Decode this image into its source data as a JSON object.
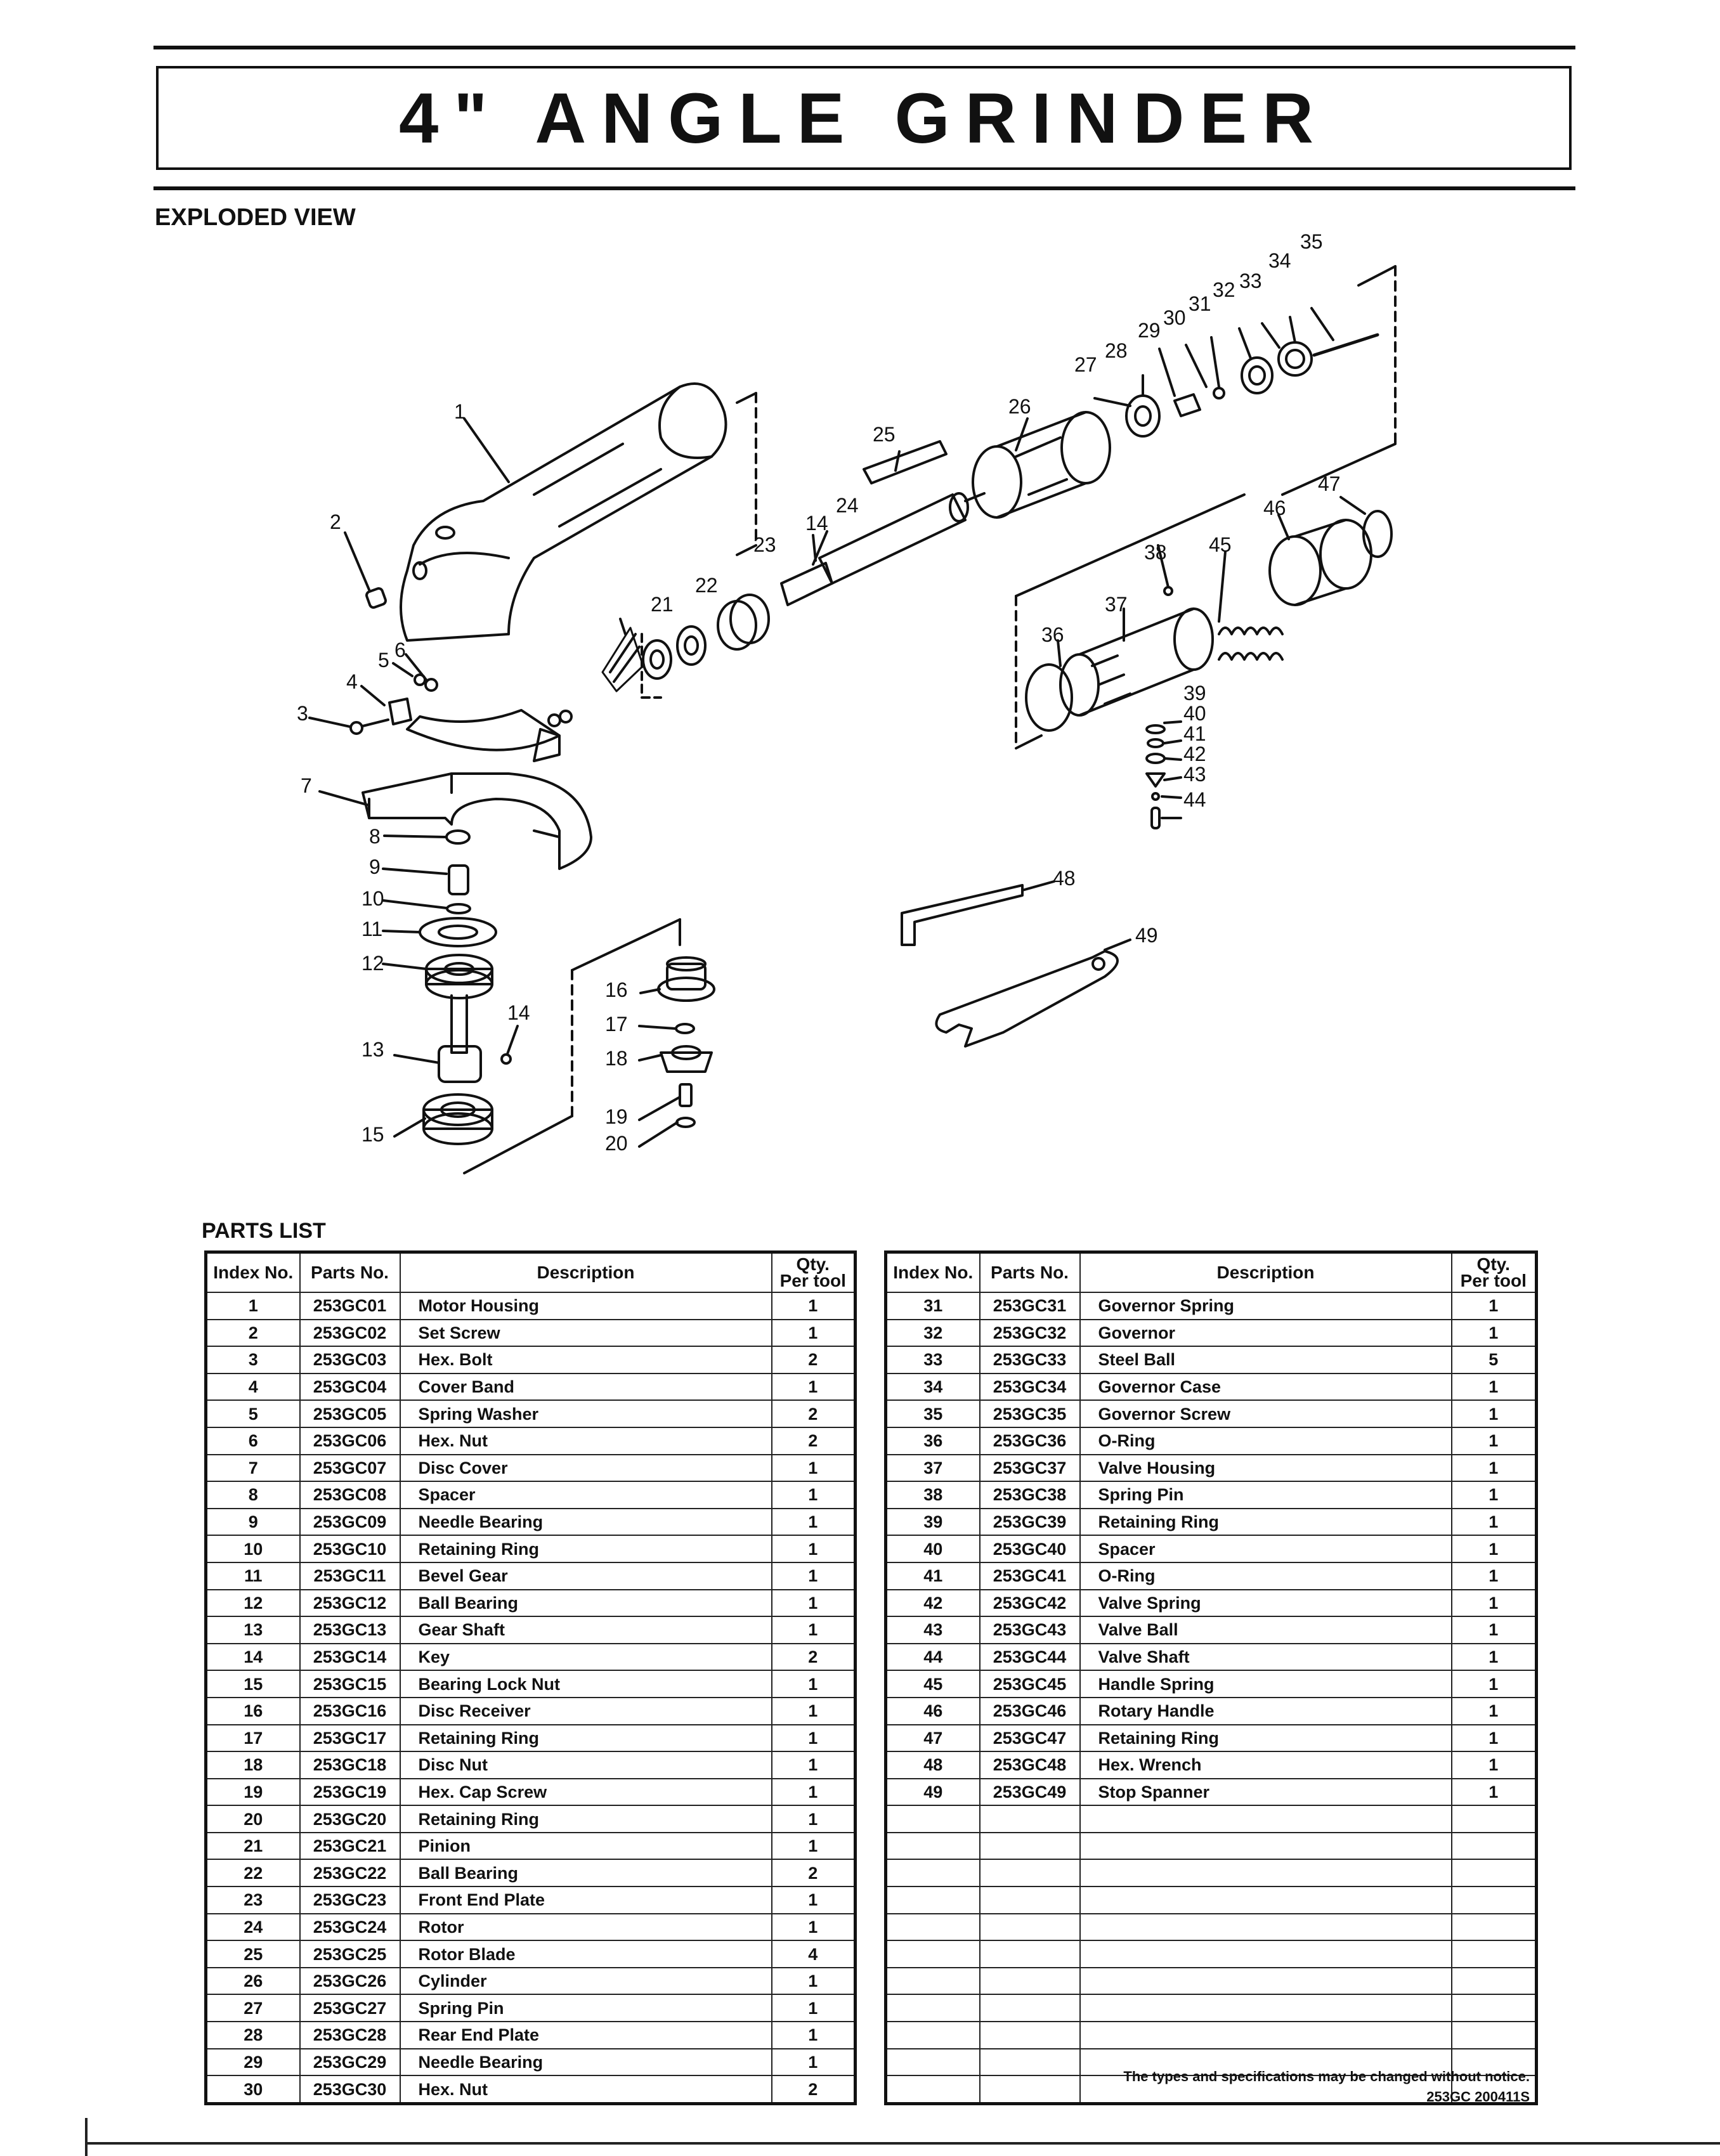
{
  "title": "4\" ANGLE GRINDER",
  "exploded_view_label": "EXPLODED VIEW",
  "parts_list_label": "PARTS LIST",
  "table_headers": {
    "index": "Index No.",
    "parts": "Parts No.",
    "description": "Description",
    "qty_line1": "Qty.",
    "qty_line2": "Per tool"
  },
  "parts_left": [
    {
      "index": "1",
      "part": "253GC01",
      "desc": "Motor Housing",
      "qty": "1"
    },
    {
      "index": "2",
      "part": "253GC02",
      "desc": "Set Screw",
      "qty": "1"
    },
    {
      "index": "3",
      "part": "253GC03",
      "desc": "Hex. Bolt",
      "qty": "2"
    },
    {
      "index": "4",
      "part": "253GC04",
      "desc": "Cover Band",
      "qty": "1"
    },
    {
      "index": "5",
      "part": "253GC05",
      "desc": "Spring Washer",
      "qty": "2"
    },
    {
      "index": "6",
      "part": "253GC06",
      "desc": "Hex. Nut",
      "qty": "2"
    },
    {
      "index": "7",
      "part": "253GC07",
      "desc": "Disc Cover",
      "qty": "1"
    },
    {
      "index": "8",
      "part": "253GC08",
      "desc": "Spacer",
      "qty": "1"
    },
    {
      "index": "9",
      "part": "253GC09",
      "desc": "Needle Bearing",
      "qty": "1"
    },
    {
      "index": "10",
      "part": "253GC10",
      "desc": "Retaining Ring",
      "qty": "1"
    },
    {
      "index": "11",
      "part": "253GC11",
      "desc": "Bevel Gear",
      "qty": "1"
    },
    {
      "index": "12",
      "part": "253GC12",
      "desc": "Ball Bearing",
      "qty": "1"
    },
    {
      "index": "13",
      "part": "253GC13",
      "desc": "Gear Shaft",
      "qty": "1"
    },
    {
      "index": "14",
      "part": "253GC14",
      "desc": "Key",
      "qty": "2"
    },
    {
      "index": "15",
      "part": "253GC15",
      "desc": "Bearing Lock Nut",
      "qty": "1"
    },
    {
      "index": "16",
      "part": "253GC16",
      "desc": "Disc Receiver",
      "qty": "1"
    },
    {
      "index": "17",
      "part": "253GC17",
      "desc": "Retaining Ring",
      "qty": "1"
    },
    {
      "index": "18",
      "part": "253GC18",
      "desc": "Disc Nut",
      "qty": "1"
    },
    {
      "index": "19",
      "part": "253GC19",
      "desc": "Hex. Cap Screw",
      "qty": "1"
    },
    {
      "index": "20",
      "part": "253GC20",
      "desc": "Retaining Ring",
      "qty": "1"
    },
    {
      "index": "21",
      "part": "253GC21",
      "desc": "Pinion",
      "qty": "1"
    },
    {
      "index": "22",
      "part": "253GC22",
      "desc": "Ball Bearing",
      "qty": "2"
    },
    {
      "index": "23",
      "part": "253GC23",
      "desc": "Front End Plate",
      "qty": "1"
    },
    {
      "index": "24",
      "part": "253GC24",
      "desc": "Rotor",
      "qty": "1"
    },
    {
      "index": "25",
      "part": "253GC25",
      "desc": "Rotor Blade",
      "qty": "4"
    },
    {
      "index": "26",
      "part": "253GC26",
      "desc": "Cylinder",
      "qty": "1"
    },
    {
      "index": "27",
      "part": "253GC27",
      "desc": "Spring Pin",
      "qty": "1"
    },
    {
      "index": "28",
      "part": "253GC28",
      "desc": "Rear End Plate",
      "qty": "1"
    },
    {
      "index": "29",
      "part": "253GC29",
      "desc": "Needle Bearing",
      "qty": "1"
    },
    {
      "index": "30",
      "part": "253GC30",
      "desc": "Hex. Nut",
      "qty": "2"
    }
  ],
  "parts_right": [
    {
      "index": "31",
      "part": "253GC31",
      "desc": "Governor Spring",
      "qty": "1"
    },
    {
      "index": "32",
      "part": "253GC32",
      "desc": "Governor",
      "qty": "1"
    },
    {
      "index": "33",
      "part": "253GC33",
      "desc": "Steel Ball",
      "qty": "5"
    },
    {
      "index": "34",
      "part": "253GC34",
      "desc": "Governor Case",
      "qty": "1"
    },
    {
      "index": "35",
      "part": "253GC35",
      "desc": "Governor Screw",
      "qty": "1"
    },
    {
      "index": "36",
      "part": "253GC36",
      "desc": "O-Ring",
      "qty": "1"
    },
    {
      "index": "37",
      "part": "253GC37",
      "desc": "Valve Housing",
      "qty": "1"
    },
    {
      "index": "38",
      "part": "253GC38",
      "desc": "Spring Pin",
      "qty": "1"
    },
    {
      "index": "39",
      "part": "253GC39",
      "desc": "Retaining Ring",
      "qty": "1"
    },
    {
      "index": "40",
      "part": "253GC40",
      "desc": "Spacer",
      "qty": "1"
    },
    {
      "index": "41",
      "part": "253GC41",
      "desc": "O-Ring",
      "qty": "1"
    },
    {
      "index": "42",
      "part": "253GC42",
      "desc": "Valve Spring",
      "qty": "1"
    },
    {
      "index": "43",
      "part": "253GC43",
      "desc": "Valve Ball",
      "qty": "1"
    },
    {
      "index": "44",
      "part": "253GC44",
      "desc": "Valve Shaft",
      "qty": "1"
    },
    {
      "index": "45",
      "part": "253GC45",
      "desc": "Handle Spring",
      "qty": "1"
    },
    {
      "index": "46",
      "part": "253GC46",
      "desc": "Rotary Handle",
      "qty": "1"
    },
    {
      "index": "47",
      "part": "253GC47",
      "desc": "Retaining Ring",
      "qty": "1"
    },
    {
      "index": "48",
      "part": "253GC48",
      "desc": "Hex. Wrench",
      "qty": "1"
    },
    {
      "index": "49",
      "part": "253GC49",
      "desc": "Stop Spanner",
      "qty": "1"
    },
    {
      "index": "",
      "part": "",
      "desc": "",
      "qty": ""
    },
    {
      "index": "",
      "part": "",
      "desc": "",
      "qty": ""
    },
    {
      "index": "",
      "part": "",
      "desc": "",
      "qty": ""
    },
    {
      "index": "",
      "part": "",
      "desc": "",
      "qty": ""
    },
    {
      "index": "",
      "part": "",
      "desc": "",
      "qty": ""
    },
    {
      "index": "",
      "part": "",
      "desc": "",
      "qty": ""
    },
    {
      "index": "",
      "part": "",
      "desc": "",
      "qty": ""
    },
    {
      "index": "",
      "part": "",
      "desc": "",
      "qty": ""
    },
    {
      "index": "",
      "part": "",
      "desc": "",
      "qty": ""
    },
    {
      "index": "",
      "part": "",
      "desc": "",
      "qty": ""
    },
    {
      "index": "",
      "part": "",
      "desc": "",
      "qty": ""
    }
  ],
  "footer_note": "The types and specifications may be changed without notice.",
  "footer_code": "253GC  200411S",
  "diagram_callouts": [
    "1",
    "2",
    "3",
    "4",
    "5",
    "6",
    "7",
    "8",
    "9",
    "10",
    "11",
    "12",
    "13",
    "14",
    "15",
    "16",
    "17",
    "18",
    "19",
    "20",
    "21",
    "22",
    "23",
    "14",
    "24",
    "25",
    "26",
    "27",
    "28",
    "29",
    "30",
    "31",
    "32",
    "33",
    "34",
    "35",
    "36",
    "37",
    "38",
    "39",
    "40",
    "41",
    "42",
    "43",
    "44",
    "45",
    "46",
    "47",
    "48",
    "49"
  ]
}
